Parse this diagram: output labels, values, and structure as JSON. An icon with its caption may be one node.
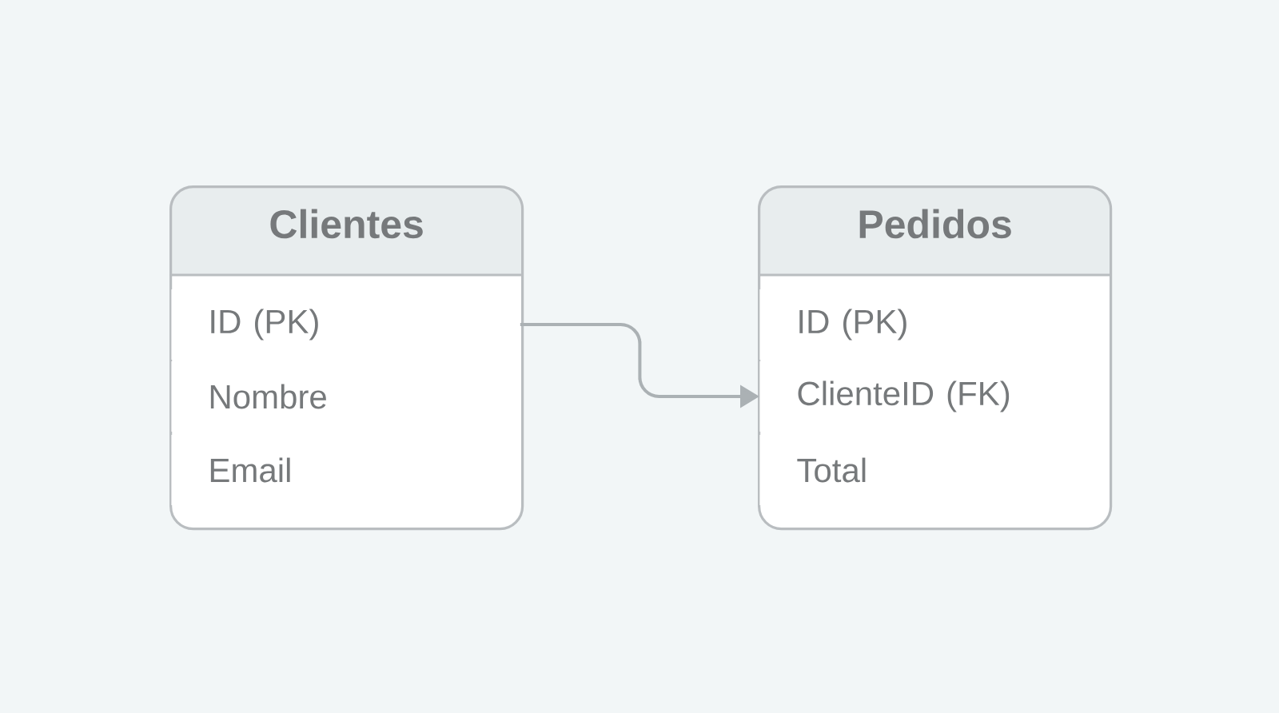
{
  "diagram": {
    "nodes": [
      {
        "text": [
          "Clientes"
        ]
      },
      {
        "text": [
          "ID (PK)"
        ],
        "in": 0
      },
      {
        "text": [
          "Nombre"
        ],
        "in": 0
      },
      {
        "text": [
          "Email"
        ],
        "in": 0
      },
      {
        "text": [
          "Pedidos"
        ]
      },
      {
        "text": [
          "ID (PK)"
        ],
        "in": 4
      },
      {
        "text": [
          "ClienteID (FK)"
        ],
        "in": 4
      },
      {
        "text": [
          "Total"
        ],
        "in": 4
      }
    ],
    "edges": [
      {
        "from": 1,
        "to": 6,
        "arrow": "to"
      }
    ]
  }
}
